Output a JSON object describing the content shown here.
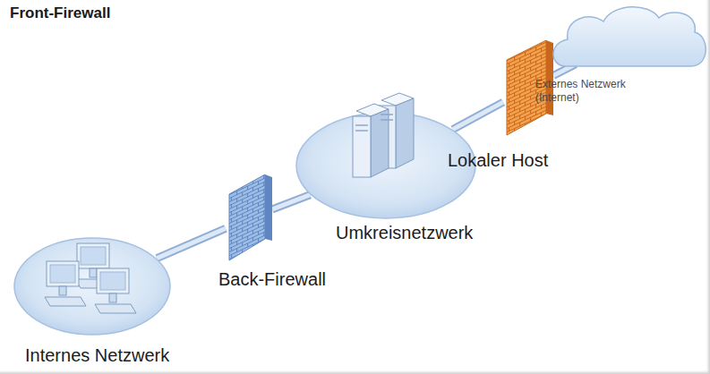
{
  "diagram": {
    "title": "Front-Firewall",
    "nodes": [
      {
        "text": [
          "Internes Netzwerk"
        ]
      },
      {
        "text": [
          "Back-Firewall"
        ]
      },
      {
        "text": [
          "Umkreisnetzwerk"
        ]
      },
      {
        "text": [
          "Lokaler Host"
        ]
      },
      {
        "text": [
          "Externes Netzwerk (Internet)"
        ]
      }
    ],
    "edges": [
      {
        "from": 0,
        "to": 1,
        "arrow": "none"
      },
      {
        "from": 1,
        "to": 2,
        "arrow": "none"
      },
      {
        "from": 2,
        "to": 3,
        "arrow": "none"
      },
      {
        "from": 3,
        "to": 4,
        "arrow": "none"
      }
    ]
  }
}
